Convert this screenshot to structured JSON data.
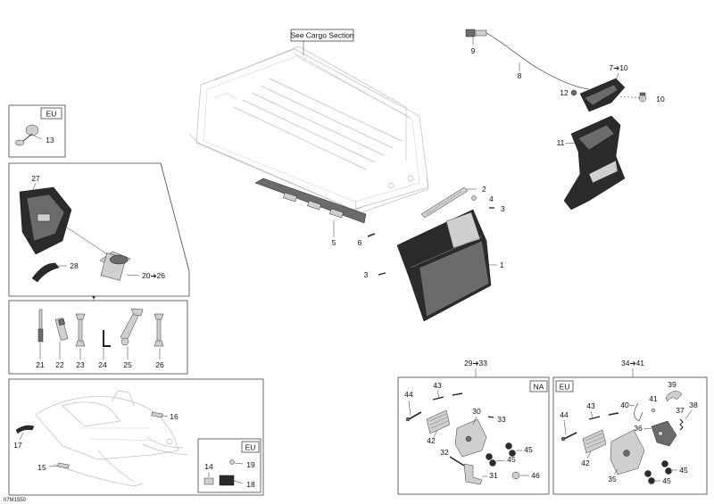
{
  "diagram_code": "07M1550",
  "see_cargo_label": "See Cargo Section",
  "region_eu": "EU",
  "region_na": "NA",
  "group_na_range": "29➔33",
  "group_eu_range": "34➔41",
  "callouts": {
    "c1": "1",
    "c2": "2",
    "c3a": "3",
    "c3b": "3",
    "c4": "4",
    "c5": "5",
    "c6": "6",
    "c7_10": "7➔10",
    "c8": "8",
    "c9": "9",
    "c10": "10",
    "c11": "11",
    "c12": "12",
    "c13": "13",
    "c14": "14",
    "c15": "15",
    "c16": "16",
    "c17": "17",
    "c18": "18",
    "c19": "19",
    "c20_26": "20➔26",
    "c21": "21",
    "c22": "22",
    "c23": "23",
    "c24": "24",
    "c25": "25",
    "c26": "26",
    "c27": "27",
    "c28": "28",
    "c30": "30",
    "c31": "31",
    "c32": "32",
    "c33": "33",
    "c42na": "42",
    "c43na": "43",
    "c44na": "44",
    "c45na_a": "45",
    "c45na_b": "45",
    "c46": "46",
    "c35": "35",
    "c36": "36",
    "c37": "37",
    "c38": "38",
    "c39": "39",
    "c40": "40",
    "c41": "41",
    "c42eu": "42",
    "c43eu": "43",
    "c44eu": "44",
    "c45eu_a": "45",
    "c45eu_b": "45"
  }
}
